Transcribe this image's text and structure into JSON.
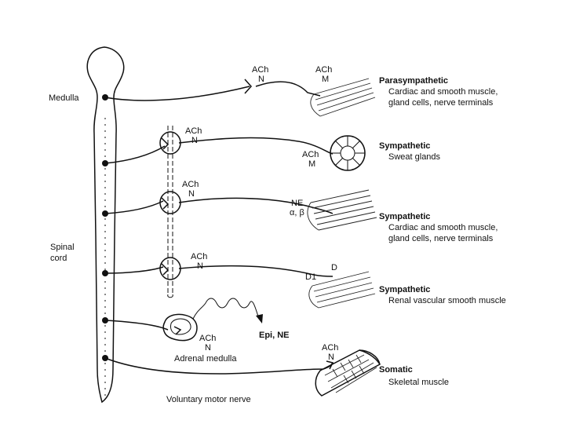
{
  "labels": {
    "medulla": "Medulla",
    "spinal_1": "Spinal",
    "spinal_2": "cord",
    "adrenal_medulla": "Adrenal medulla",
    "voluntary_motor_nerve": "Voluntary motor nerve"
  },
  "pathways": [
    {
      "ganglion_transmitter": "ACh",
      "ganglion_receptor": "N",
      "target_transmitter": "ACh",
      "target_receptor": "M",
      "heading": "Parasympathetic",
      "target_line1": "Cardiac and smooth muscle,",
      "target_line2": "gland cells, nerve terminals"
    },
    {
      "ganglion_transmitter": "ACh",
      "ganglion_receptor": "N",
      "target_transmitter": "ACh",
      "target_receptor": "M",
      "heading": "Sympathetic",
      "target_line1": "Sweat glands"
    },
    {
      "ganglion_transmitter": "ACh",
      "ganglion_receptor": "N",
      "target_transmitter": "NE",
      "target_receptor": "α, β",
      "heading": "Sympathetic",
      "target_line1": "Cardiac and smooth muscle,",
      "target_line2": "gland cells, nerve terminals"
    },
    {
      "ganglion_transmitter": "ACh",
      "ganglion_receptor": "N",
      "target_transmitter": "D",
      "target_receptor": "D1",
      "heading": "Sympathetic",
      "target_line1": "Renal vascular smooth muscle"
    },
    {
      "ganglion_transmitter": "ACh",
      "ganglion_receptor": "N",
      "target_transmitter": "Epi, NE"
    },
    {
      "target_transmitter": "ACh",
      "target_receptor": "N",
      "heading": "Somatic",
      "target_line1": "Skeletal muscle"
    }
  ]
}
